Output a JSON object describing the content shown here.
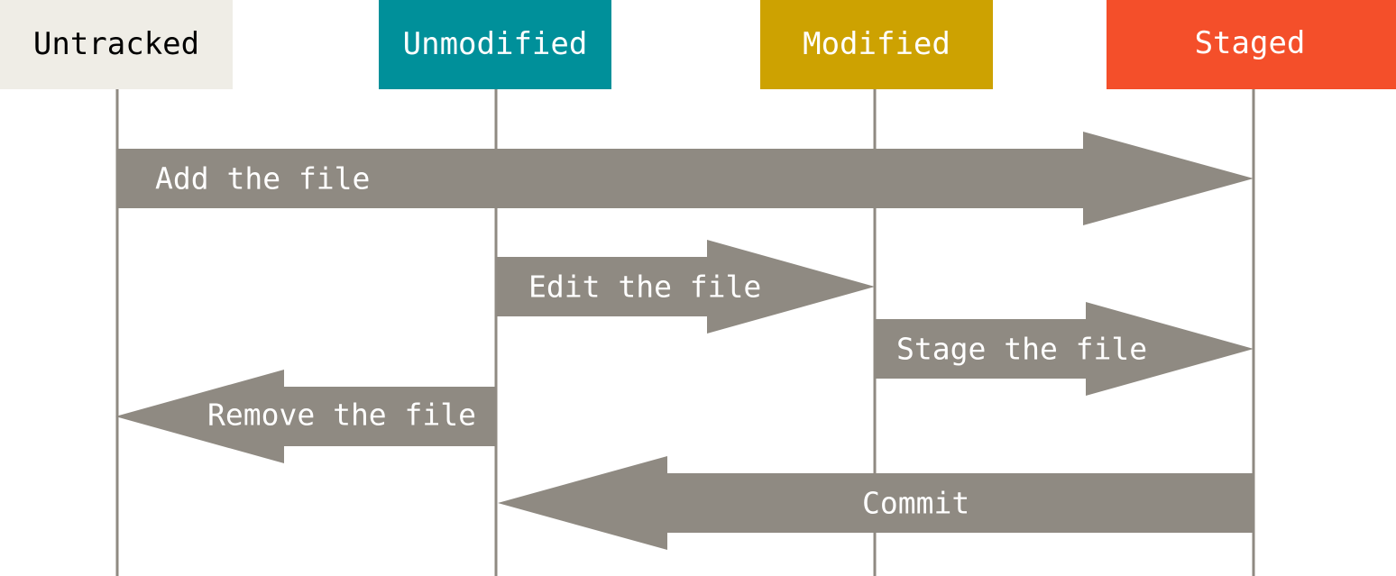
{
  "colors": {
    "arrow": "#8f8a82",
    "lifeline": "#8f8a82",
    "action_text": "#ffffff"
  },
  "states": [
    {
      "id": "untracked",
      "label": "Untracked",
      "bg": "#efede6",
      "text": "#000000"
    },
    {
      "id": "unmodified",
      "label": "Unmodified",
      "bg": "#00909a",
      "text": "#ffffff"
    },
    {
      "id": "modified",
      "label": "Modified",
      "bg": "#cda201",
      "text": "#ffffff"
    },
    {
      "id": "staged",
      "label": "Staged",
      "bg": "#f44f2a",
      "text": "#ffffff"
    }
  ],
  "transitions": [
    {
      "id": "add-file",
      "label": "Add the file",
      "from": "Untracked",
      "to": "Staged"
    },
    {
      "id": "edit-file",
      "label": "Edit the file",
      "from": "Unmodified",
      "to": "Modified"
    },
    {
      "id": "stage-file",
      "label": "Stage the file",
      "from": "Modified",
      "to": "Staged"
    },
    {
      "id": "remove-file",
      "label": "Remove the file",
      "from": "Unmodified",
      "to": "Untracked"
    },
    {
      "id": "commit",
      "label": "Commit",
      "from": "Staged",
      "to": "Unmodified"
    }
  ]
}
